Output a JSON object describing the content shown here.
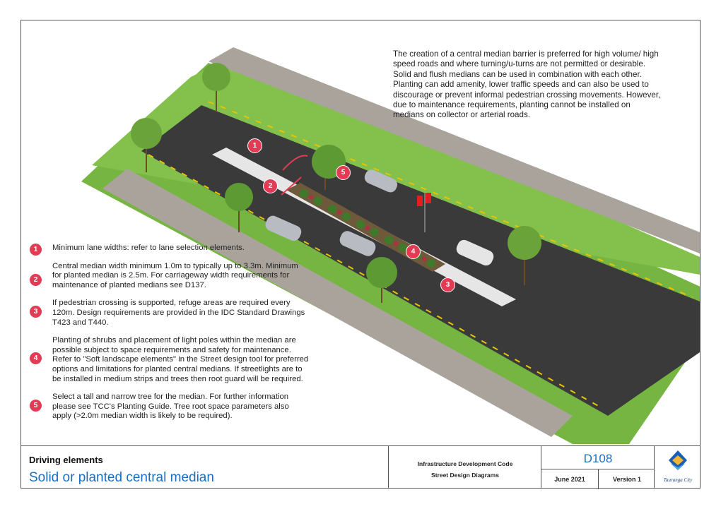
{
  "description": "The creation of a central median barrier is preferred for high volume/ high speed roads and where turning/u-turns are not permitted or desirable. Solid and flush medians can be used in combination with each other. Planting can add amenity, lower traffic speeds and can also be used to discourage or prevent informal pedestrian crossing movements. However, due to maintenance requirements, planting cannot be installed on medians on collector or arterial roads.",
  "callouts": [
    "1",
    "2",
    "5",
    "4",
    "3"
  ],
  "notes": [
    {
      "num": "1",
      "text": "Minimum lane widths: refer to lane selection elements."
    },
    {
      "num": "2",
      "text": "Central median width minimum 1.0m to typically up to 3.3m. Minimum for planted median is 2.5m. For carriageway width requirements for maintenance of planted medians see D137."
    },
    {
      "num": "3",
      "text": "If pedestrian crossing is supported, refuge areas are required every 120m. Design requirements are provided in the IDC Standard Drawings T423 and T440."
    },
    {
      "num": "4",
      "text": "Planting of shrubs and placement of light poles within the median are possible subject to space requirements and safety for maintenance. Refer to \"Soft landscape elements\" in the Street design tool for preferred options and limitations for planted central medians. If streetlights are to be installed in medium strips and trees then root guard will be required."
    },
    {
      "num": "5",
      "text": "Select a tall and narrow tree for the median. For further information please see TCC's Planting Guide. Tree root space parameters also apply (>2.0m median width is likely to be required)."
    }
  ],
  "footer": {
    "section": "Driving elements",
    "title": "Solid or planted central median",
    "code": "Infrastructure Development Code",
    "diagrams": "Street Design Diagrams",
    "number": "D108",
    "date": "June 2021",
    "version": "Version 1",
    "logo_text": "Tauranga City"
  },
  "colors": {
    "accent_blue": "#1a6fc0",
    "badge_red": "#e43b55",
    "grass": "#76b541",
    "road": "#3b3a3a"
  }
}
